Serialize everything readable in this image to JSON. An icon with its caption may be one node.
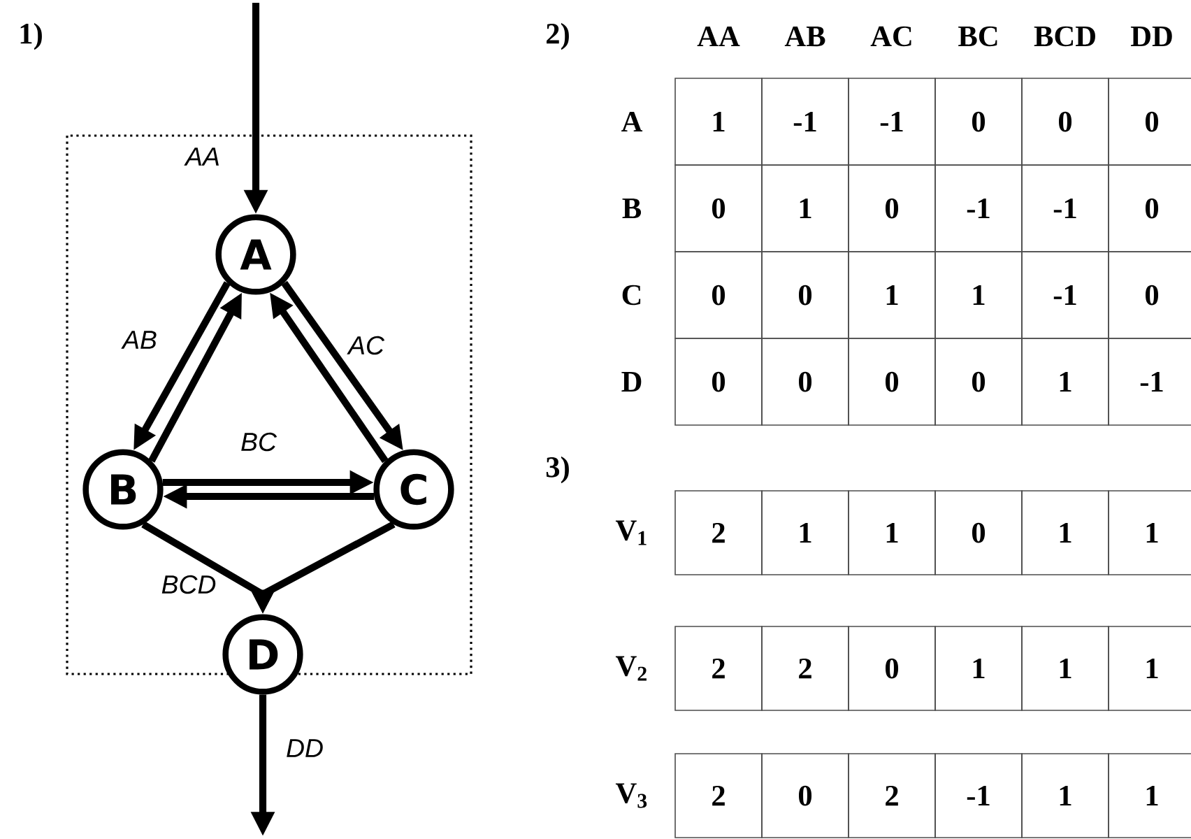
{
  "diagram": {
    "nodes": [
      {
        "text": [
          "A"
        ]
      },
      {
        "text": [
          "B"
        ]
      },
      {
        "text": [
          "C"
        ]
      },
      {
        "text": [
          "D"
        ]
      }
    ],
    "edges": [
      {
        "from": null,
        "to": 0,
        "arrow": "to",
        "label": "AA"
      },
      {
        "from": 0,
        "to": 1,
        "arrow": "to",
        "label": "AB"
      },
      {
        "from": 1,
        "to": 0,
        "arrow": "to"
      },
      {
        "from": 0,
        "to": 2,
        "arrow": "to",
        "label": "AC"
      },
      {
        "from": 2,
        "to": 0,
        "arrow": "to"
      },
      {
        "from": 1,
        "to": 2,
        "arrow": "to",
        "label": "BC"
      },
      {
        "from": 2,
        "to": 1,
        "arrow": "to"
      },
      {
        "from": 1,
        "to": 3,
        "arrow": "to",
        "label": "BCD"
      },
      {
        "from": 2,
        "to": 3,
        "arrow": "to"
      },
      {
        "from": 3,
        "to": null,
        "arrow": "to",
        "label": "DD"
      }
    ],
    "labels": [
      "1)",
      "2)",
      "AA",
      "AB",
      "AC",
      "BC",
      "BCD",
      "DD",
      "A",
      "1",
      "-1",
      "-1",
      "0",
      "0",
      "0",
      "B",
      "0",
      "1",
      "0",
      "-1",
      "-1",
      "0",
      "C",
      "0",
      "0",
      "1",
      "1",
      "-1",
      "0",
      "D",
      "0",
      "0",
      "0",
      "0",
      "1",
      "-1",
      "3)",
      "V$_{1}$",
      "2",
      "1",
      "1",
      "0",
      "1",
      "1",
      "V$_{2}$",
      "2",
      "2",
      "0",
      "1",
      "1",
      "1",
      "V$_{3}$",
      "2",
      "0",
      "2",
      "-1",
      "1",
      "1"
    ]
  }
}
